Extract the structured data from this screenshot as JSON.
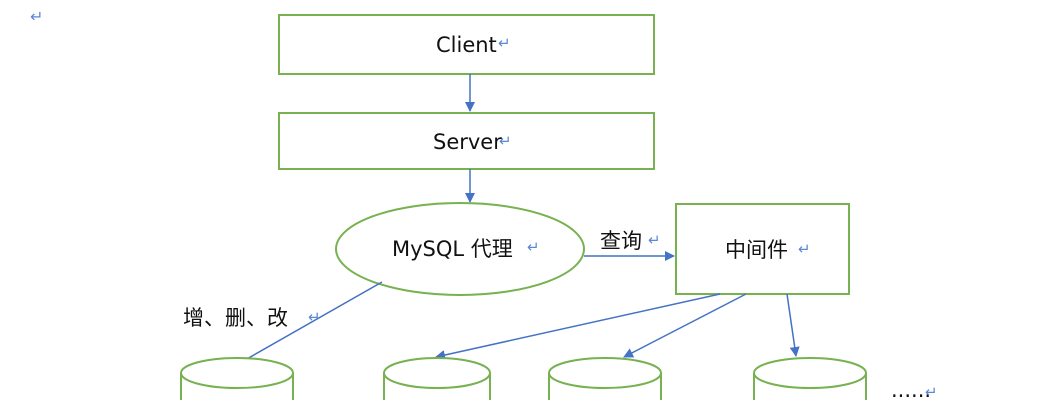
{
  "nodes": {
    "client": "Client",
    "server": "Server",
    "proxy": "MySQL 代理",
    "middleware": "中间件"
  },
  "edges": {
    "query": "查询",
    "write": "增、删、改"
  },
  "more": "......",
  "return_mark": "↵",
  "colors": {
    "shape_stroke": "#77b150",
    "arrow": "#4472c4",
    "return_mark": "#5b87d6"
  }
}
